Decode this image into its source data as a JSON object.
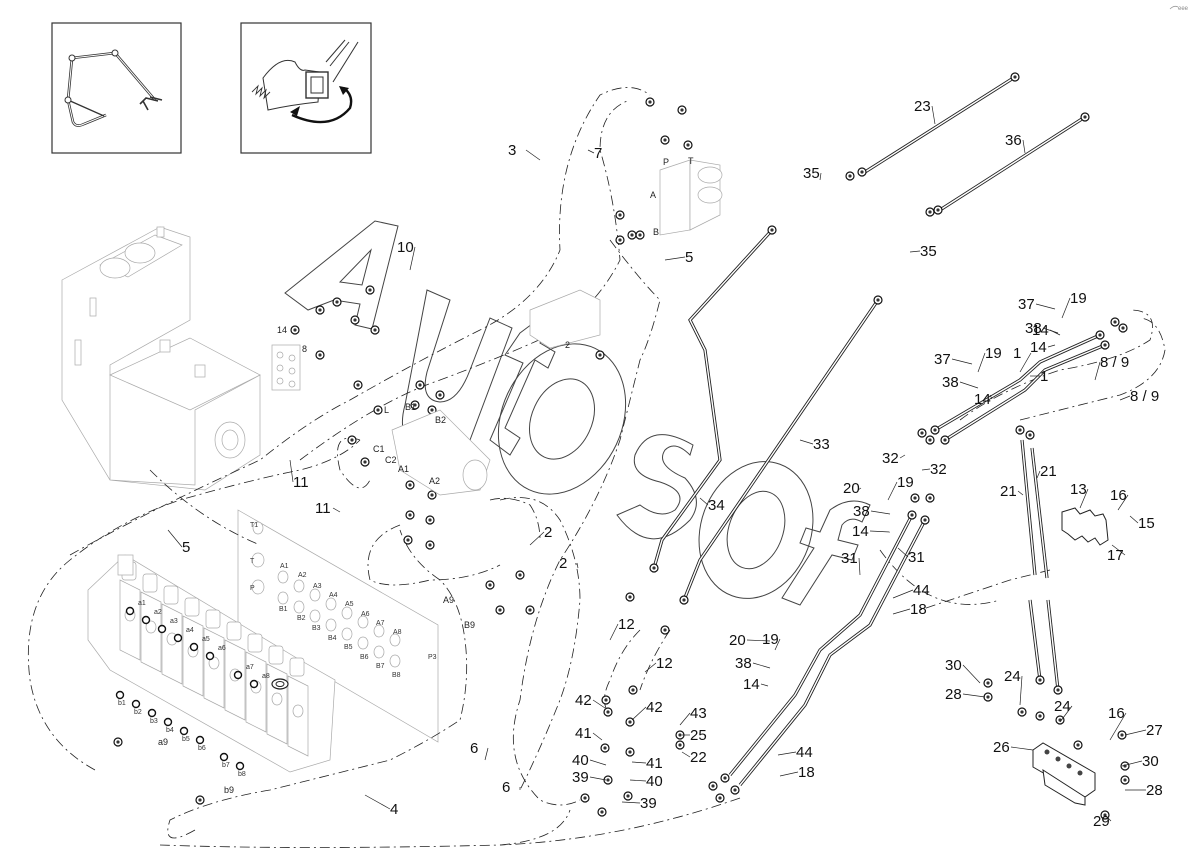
{
  "drawing": {
    "title": "Hydraulic hose and pipe exploded parts diagram",
    "watermark": "Autosoft",
    "corner_mark": "eee",
    "icon_boxes": [
      {
        "name": "boom-arm-icon",
        "depicts": "boom / arm linkage with grapple"
      },
      {
        "name": "bucket-rotation-icon",
        "depicts": "bucket with rotation arrow"
      }
    ]
  },
  "callouts": [
    {
      "id": "c1a",
      "label": "1"
    },
    {
      "id": "c1b",
      "label": "1"
    },
    {
      "id": "c2a",
      "label": "2"
    },
    {
      "id": "c2b",
      "label": "2"
    },
    {
      "id": "c2c",
      "label": "2"
    },
    {
      "id": "c3",
      "label": "3"
    },
    {
      "id": "c4",
      "label": "4"
    },
    {
      "id": "c5a",
      "label": "5"
    },
    {
      "id": "c5b",
      "label": "5"
    },
    {
      "id": "c6a",
      "label": "6"
    },
    {
      "id": "c6b",
      "label": "6"
    },
    {
      "id": "c7",
      "label": "7"
    },
    {
      "id": "c8",
      "label": "8"
    },
    {
      "id": "c89a",
      "label": "8 / 9"
    },
    {
      "id": "c89b",
      "label": "8 / 9"
    },
    {
      "id": "c10",
      "label": "10"
    },
    {
      "id": "c11a",
      "label": "11"
    },
    {
      "id": "c11b",
      "label": "11"
    },
    {
      "id": "c12a",
      "label": "12"
    },
    {
      "id": "c12b",
      "label": "12"
    },
    {
      "id": "c13",
      "label": "13"
    },
    {
      "id": "c14a",
      "label": "14"
    },
    {
      "id": "c14b",
      "label": "14"
    },
    {
      "id": "c14c",
      "label": "14"
    },
    {
      "id": "c14d",
      "label": "14"
    },
    {
      "id": "c14e",
      "label": "14"
    },
    {
      "id": "c14f",
      "label": "14"
    },
    {
      "id": "c15",
      "label": "15"
    },
    {
      "id": "c16a",
      "label": "16"
    },
    {
      "id": "c16b",
      "label": "16"
    },
    {
      "id": "c17",
      "label": "17"
    },
    {
      "id": "c18a",
      "label": "18"
    },
    {
      "id": "c18b",
      "label": "18"
    },
    {
      "id": "c19a",
      "label": "19"
    },
    {
      "id": "c19b",
      "label": "19"
    },
    {
      "id": "c19c",
      "label": "19"
    },
    {
      "id": "c19d",
      "label": "19"
    },
    {
      "id": "c20a",
      "label": "20"
    },
    {
      "id": "c20b",
      "label": "20"
    },
    {
      "id": "c21a",
      "label": "21"
    },
    {
      "id": "c21b",
      "label": "21"
    },
    {
      "id": "c22",
      "label": "22"
    },
    {
      "id": "c23",
      "label": "23"
    },
    {
      "id": "c24a",
      "label": "24"
    },
    {
      "id": "c24b",
      "label": "24"
    },
    {
      "id": "c25",
      "label": "25"
    },
    {
      "id": "c26",
      "label": "26"
    },
    {
      "id": "c27",
      "label": "27"
    },
    {
      "id": "c28a",
      "label": "28"
    },
    {
      "id": "c28b",
      "label": "28"
    },
    {
      "id": "c29",
      "label": "29"
    },
    {
      "id": "c30a",
      "label": "30"
    },
    {
      "id": "c30b",
      "label": "30"
    },
    {
      "id": "c31a",
      "label": "31"
    },
    {
      "id": "c31b",
      "label": "31"
    },
    {
      "id": "c32a",
      "label": "32"
    },
    {
      "id": "c32b",
      "label": "32"
    },
    {
      "id": "c33",
      "label": "33"
    },
    {
      "id": "c34",
      "label": "34"
    },
    {
      "id": "c35a",
      "label": "35"
    },
    {
      "id": "c35b",
      "label": "35"
    },
    {
      "id": "c36",
      "label": "36"
    },
    {
      "id": "c37a",
      "label": "37"
    },
    {
      "id": "c37b",
      "label": "37"
    },
    {
      "id": "c38a",
      "label": "38"
    },
    {
      "id": "c38b",
      "label": "38"
    },
    {
      "id": "c38c",
      "label": "38"
    },
    {
      "id": "c38d",
      "label": "38"
    },
    {
      "id": "c39a",
      "label": "39"
    },
    {
      "id": "c39b",
      "label": "39"
    },
    {
      "id": "c40a",
      "label": "40"
    },
    {
      "id": "c40b",
      "label": "40"
    },
    {
      "id": "c41a",
      "label": "41"
    },
    {
      "id": "c41b",
      "label": "41"
    },
    {
      "id": "c42a",
      "label": "42"
    },
    {
      "id": "c42b",
      "label": "42"
    },
    {
      "id": "c43",
      "label": "43"
    },
    {
      "id": "c44a",
      "label": "44"
    },
    {
      "id": "c44b",
      "label": "44"
    }
  ],
  "port_labels": {
    "aux_valve": [
      "P",
      "T",
      "A",
      "B"
    ],
    "rotator_valve": [
      "L",
      "B1",
      "B2",
      "C1",
      "C2",
      "A1",
      "A2"
    ],
    "small_block": [
      "2"
    ],
    "tank_plate": [
      "14",
      "8"
    ],
    "hose_ends": [
      "A9",
      "B9",
      "a9",
      "b9"
    ],
    "main_valve_sections_a": [
      "a1",
      "a2",
      "a3",
      "a4",
      "a5",
      "a6",
      "a7",
      "a8"
    ],
    "main_valve_sections_b": [
      "b1",
      "b2",
      "b3",
      "b4",
      "b5",
      "b6",
      "b7",
      "b8"
    ],
    "port_plate": [
      "T1",
      "T",
      "P",
      "A1",
      "A2",
      "A3",
      "A4",
      "A5",
      "A6",
      "A7",
      "A8",
      "B1",
      "B2",
      "B3",
      "B4",
      "B5",
      "B6",
      "B7",
      "B8",
      "P3"
    ]
  }
}
